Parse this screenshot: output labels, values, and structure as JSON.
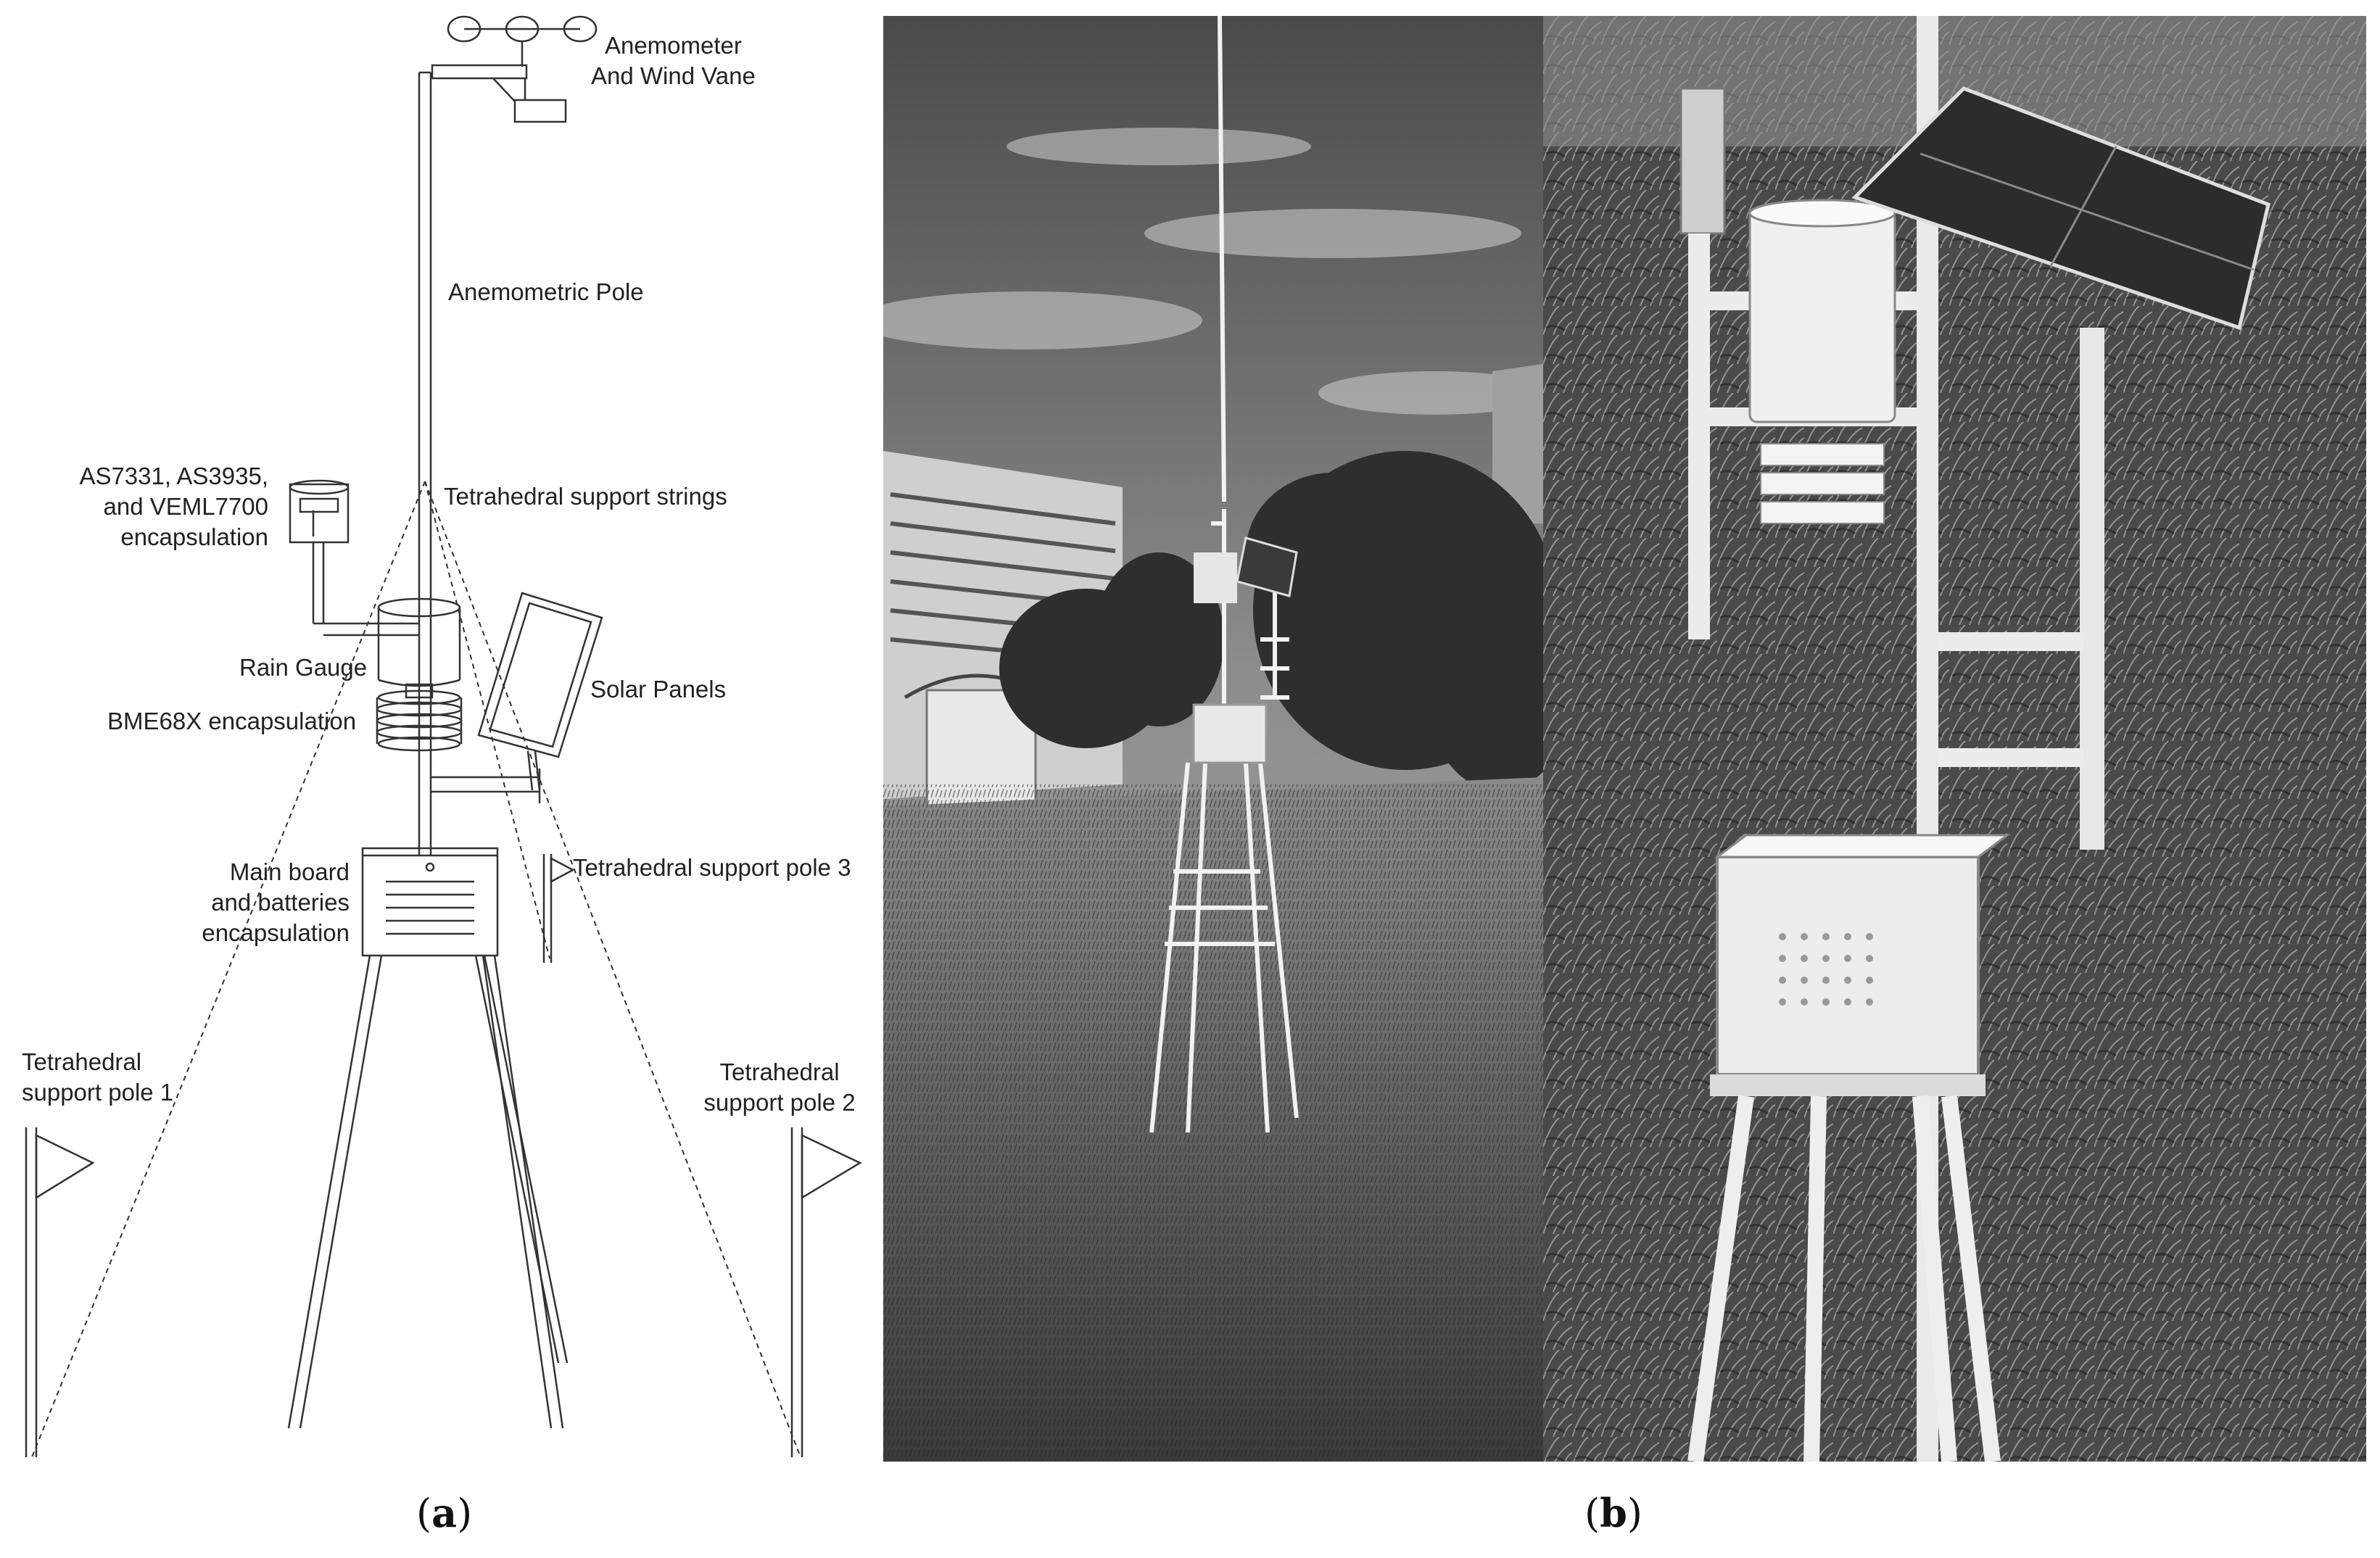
{
  "diagram": {
    "labels": {
      "anemometer": [
        "Anemometer",
        "And Wind Vane"
      ],
      "anemometric_pole": "Anemometric Pole",
      "light_sensors": [
        "AS7331, AS3935,",
        "and VEML7700",
        "encapsulation"
      ],
      "support_strings": "Tetrahedral support strings",
      "rain_gauge": "Rain Gauge",
      "solar_panels": "Solar Panels",
      "bme_encapsulation": "BME68X encapsulation",
      "main_board": [
        "Main board",
        "and batteries",
        "encapsulation"
      ],
      "support_pole_3": "Tetrahedral support pole 3",
      "support_pole_1": [
        "Tetrahedral",
        "support pole 1"
      ],
      "support_pole_2": [
        "Tetrahedral",
        "support pole 2"
      ]
    }
  },
  "captions": {
    "a": {
      "open": "(",
      "letter": "a",
      "close": ")"
    },
    "b": {
      "open": "(",
      "letter": "b",
      "close": ")"
    }
  },
  "colors": {
    "line": "#333333",
    "text": "#222222"
  }
}
